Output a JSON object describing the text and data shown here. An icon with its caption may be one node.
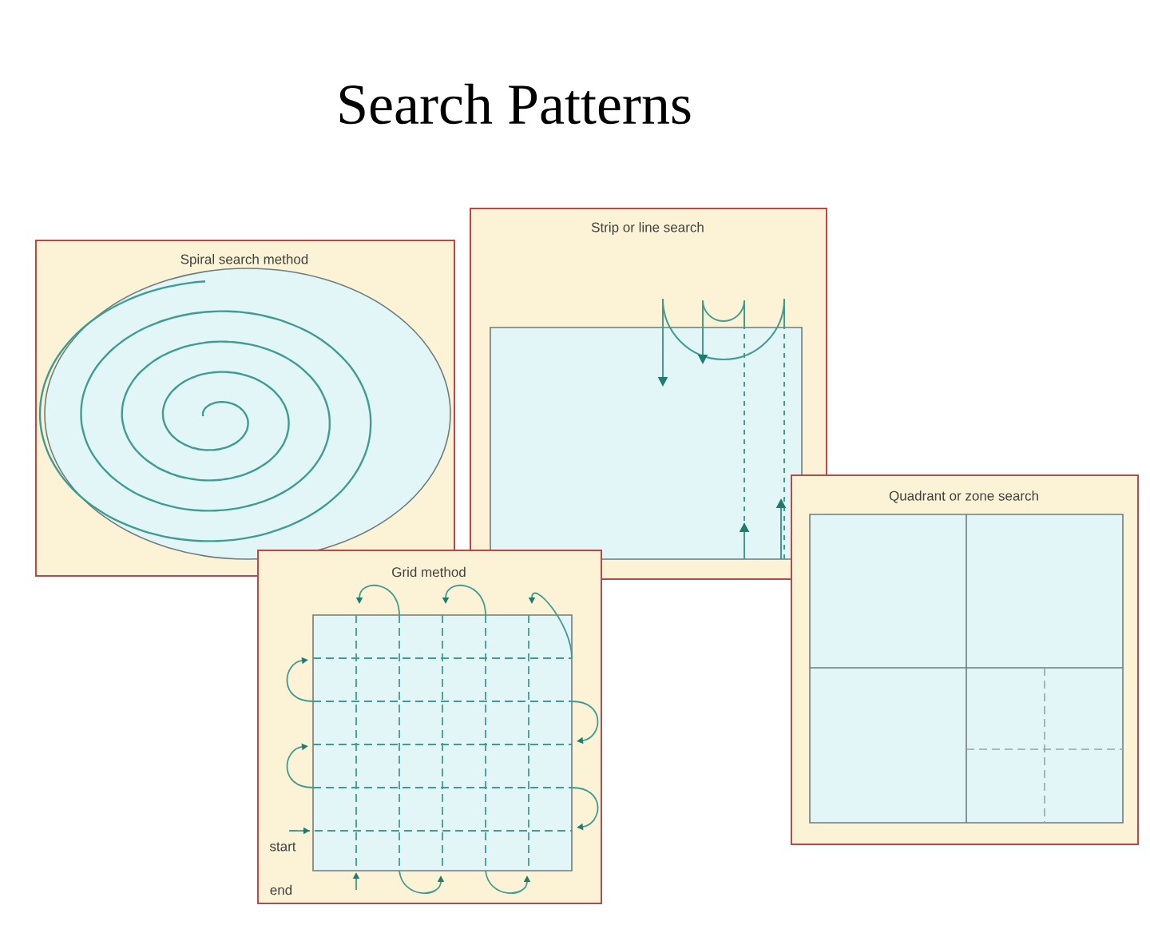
{
  "diagram": {
    "title": "Search Patterns",
    "nodes": [
      {
        "text": [
          "Spiral search method"
        ]
      },
      {
        "text": [
          "Strip or line search"
        ]
      },
      {
        "text": [
          "Grid method"
        ]
      },
      {
        "text": [
          "Quadrant or zone search"
        ]
      }
    ],
    "edges": [],
    "labels": [
      "start",
      "end"
    ]
  }
}
